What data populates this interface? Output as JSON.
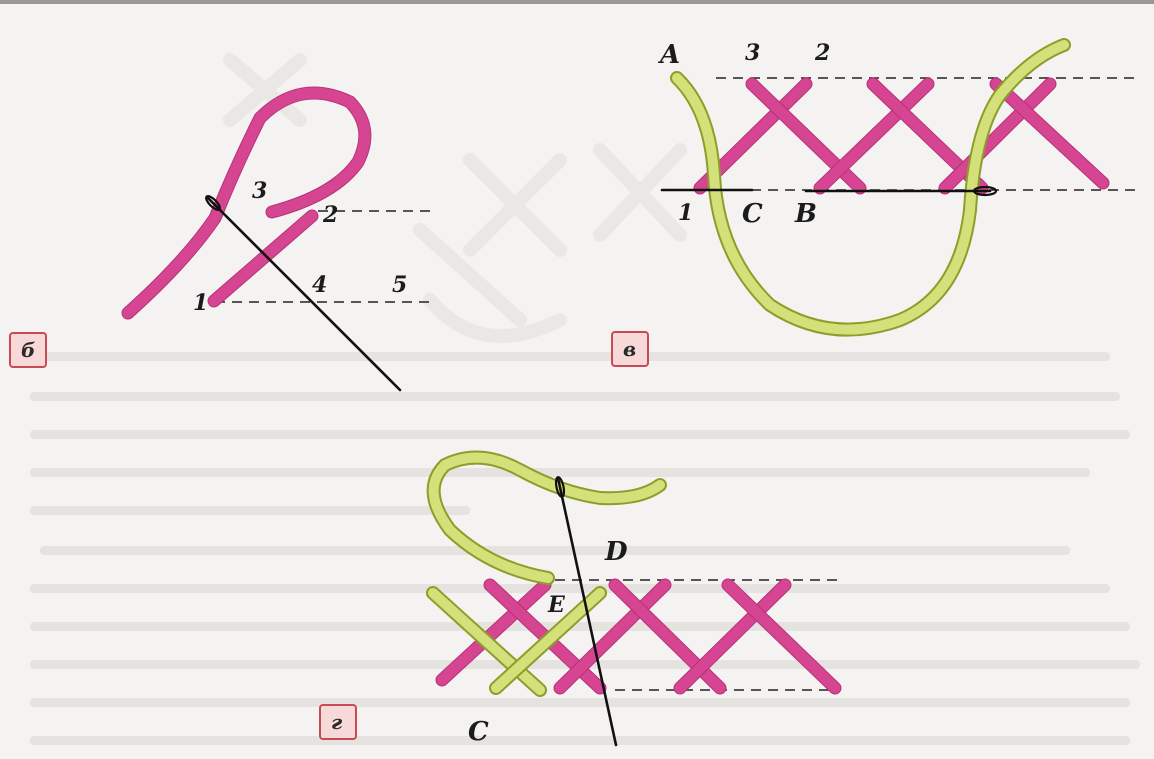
{
  "panels": {
    "b": {
      "tag": "б",
      "labels": [
        "1",
        "2",
        "3",
        "4",
        "5"
      ]
    },
    "v": {
      "tag": "в",
      "labels": [
        "A",
        "3",
        "2",
        "1",
        "C",
        "B"
      ]
    },
    "g": {
      "tag": "г",
      "labels": [
        "D",
        "E",
        "C"
      ]
    }
  },
  "colors": {
    "pink_thread": "#d64591",
    "green_thread": "#d4e07a",
    "needle": "#111111",
    "tag_border": "#c84a55",
    "tag_fill": "#f6d9d8"
  }
}
